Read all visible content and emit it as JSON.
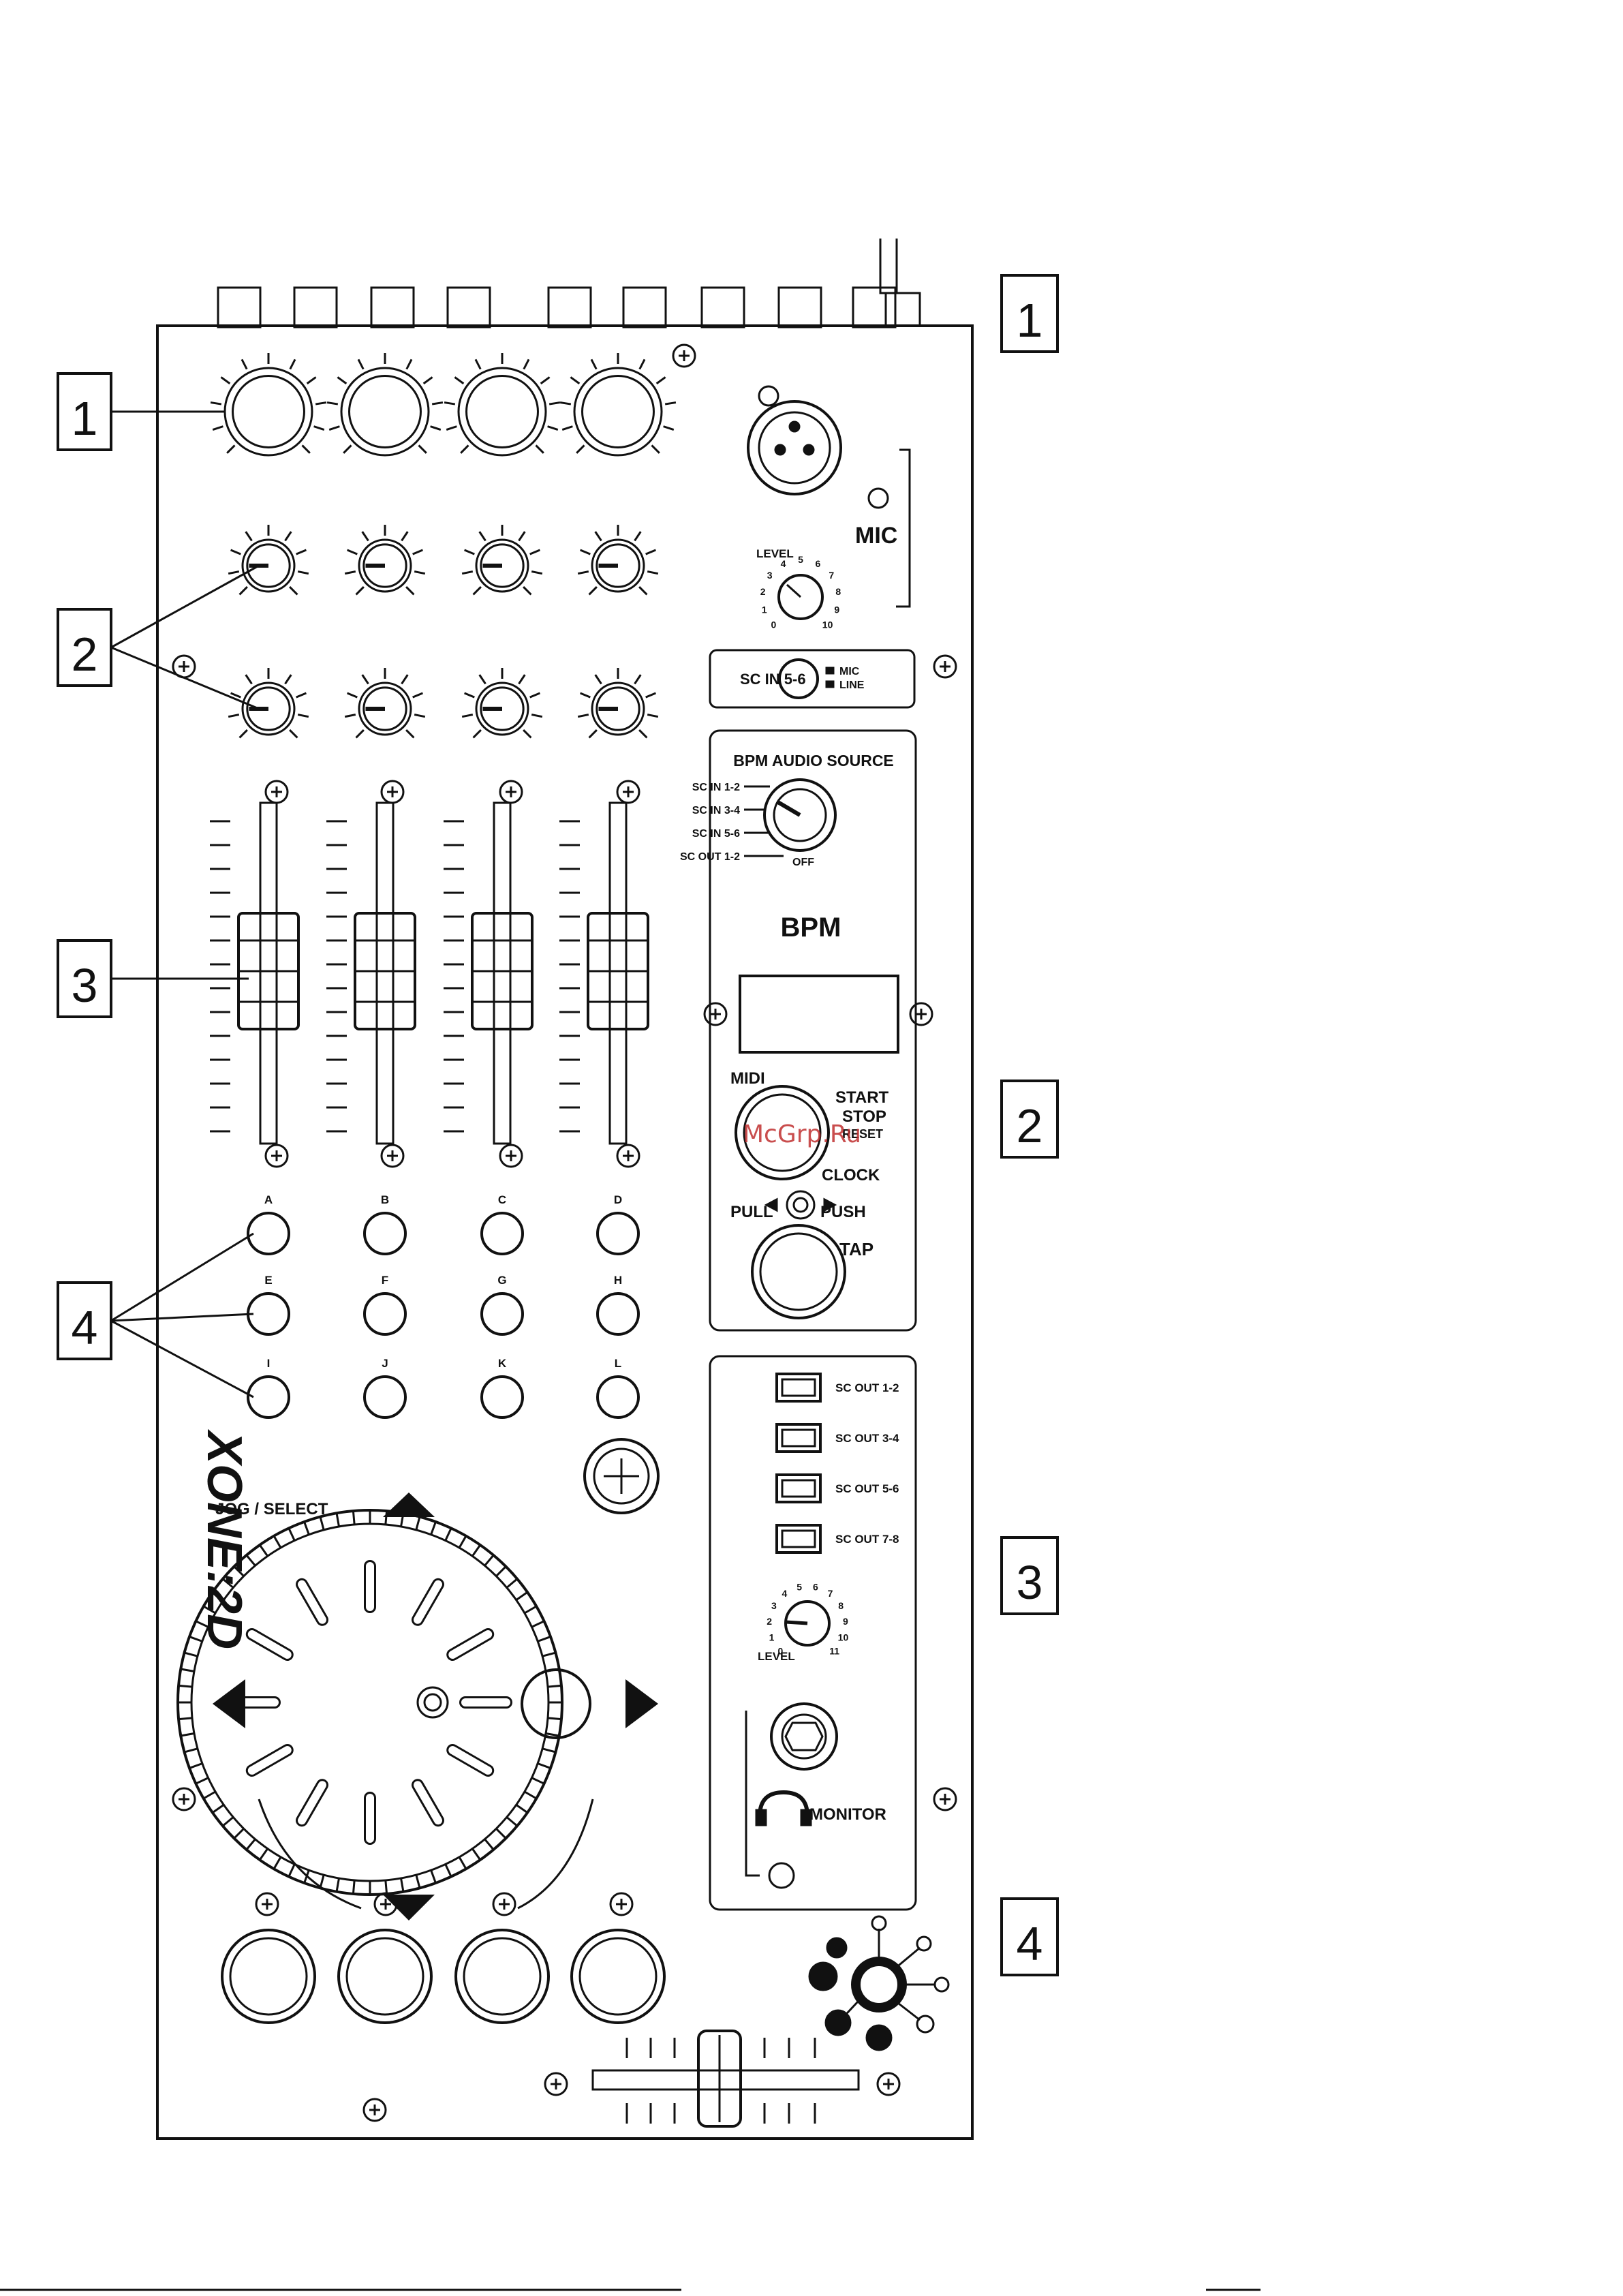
{
  "callouts_left": [
    "1",
    "2",
    "3",
    "4"
  ],
  "callouts_right": [
    "1",
    "2",
    "3",
    "4"
  ],
  "mic": {
    "title": "MIC",
    "level_label": "LEVEL",
    "scale": [
      "0",
      "1",
      "2",
      "3",
      "4",
      "5",
      "6",
      "7",
      "8",
      "9",
      "10"
    ]
  },
  "sc_in": {
    "label": "SC IN 5-6",
    "opt1": "MIC",
    "opt2": "LINE"
  },
  "bpm_source": {
    "title": "BPM AUDIO SOURCE",
    "options": [
      "SC IN 1-2",
      "SC IN 3-4",
      "SC IN 5-6",
      "SC OUT 1-2"
    ],
    "off": "OFF"
  },
  "bpm": {
    "title": "BPM",
    "midi": "MIDI",
    "start": "START",
    "stop": "STOP",
    "reset": "RESET",
    "clock": "CLOCK",
    "pull": "PULL",
    "push": "PUSH",
    "tap": "TAP"
  },
  "buttons_grid": [
    "A",
    "B",
    "C",
    "D",
    "E",
    "F",
    "G",
    "H",
    "I",
    "J",
    "K",
    "L"
  ],
  "brand": "XONE:2D",
  "jog_label": "JOG / SELECT",
  "sc_out": [
    "SC OUT 1-2",
    "SC OUT 3-4",
    "SC OUT 5-6",
    "SC OUT 7-8"
  ],
  "monitor": {
    "level_label": "LEVEL",
    "scale": [
      "0",
      "1",
      "2",
      "3",
      "4",
      "5",
      "6",
      "7",
      "8",
      "9",
      "10",
      "11"
    ],
    "label": "MONITOR"
  },
  "watermark": "McGrp.Ru"
}
